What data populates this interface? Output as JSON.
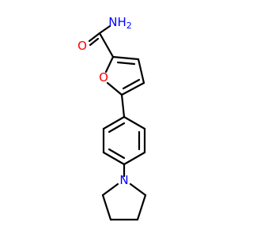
{
  "molecule": {
    "atoms": {
      "amide_n": {
        "text": "NH",
        "subscript": "2",
        "color": "#0000ff"
      },
      "carbonyl_o": {
        "text": "O",
        "color": "#ff0000"
      },
      "furan_o": {
        "text": "O",
        "color": "#ff0000"
      },
      "pyrrolidine_n": {
        "text": "N",
        "color": "#0000ff"
      }
    },
    "bond_color": "#000000"
  }
}
